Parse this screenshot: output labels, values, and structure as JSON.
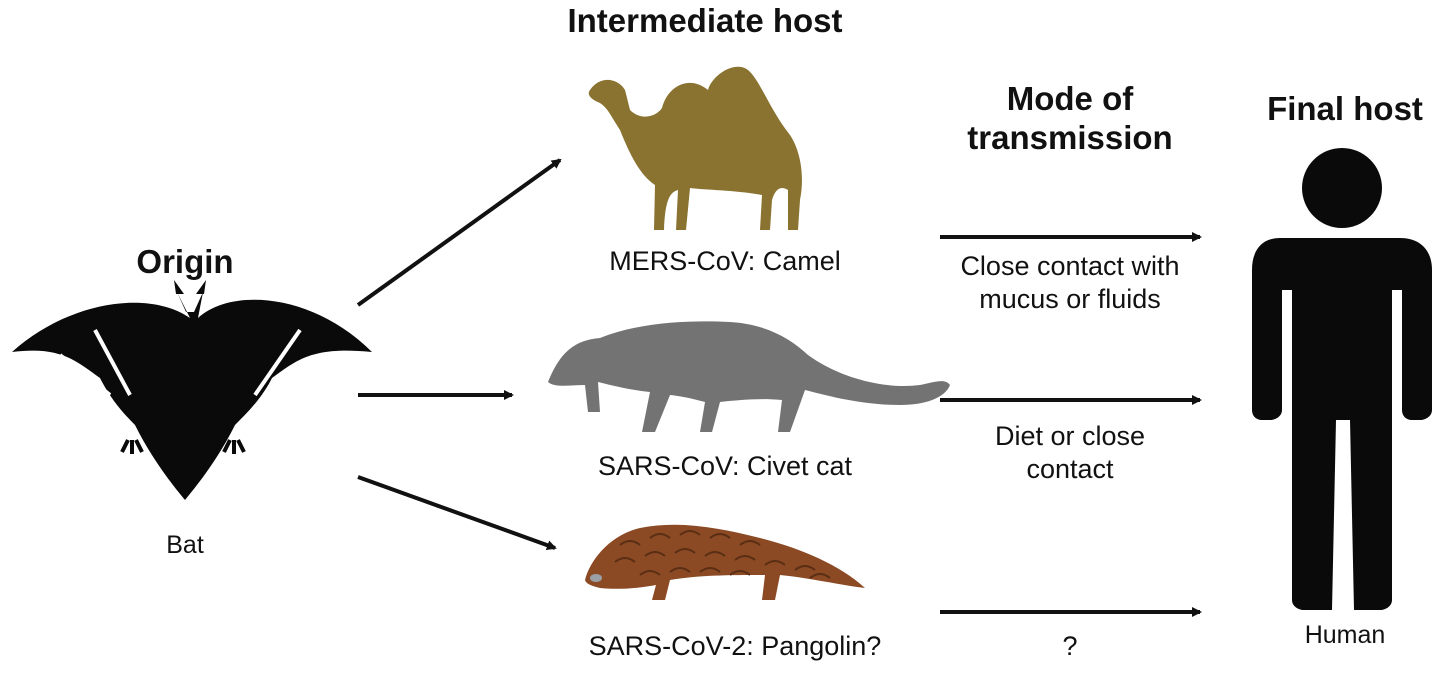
{
  "headers": {
    "origin": "Origin",
    "intermediate": "Intermediate host",
    "mode": "Mode of transmission",
    "final": "Final host"
  },
  "origin": {
    "label": "Bat"
  },
  "intermediates": [
    {
      "label": "MERS-CoV: Camel",
      "color": "#8a7330"
    },
    {
      "label": "SARS-CoV: Civet cat",
      "color": "#737373"
    },
    {
      "label": "SARS-CoV-2: Pangolin?",
      "color": "#8b4a24"
    }
  ],
  "transmission": [
    {
      "label": "Close contact with mucus or fluids"
    },
    {
      "label": "Diet or close contact"
    },
    {
      "label": "?"
    }
  ],
  "final": {
    "label": "Human"
  },
  "icons": [
    "bat-icon",
    "camel-icon",
    "civet-icon",
    "pangolin-icon",
    "human-icon"
  ]
}
